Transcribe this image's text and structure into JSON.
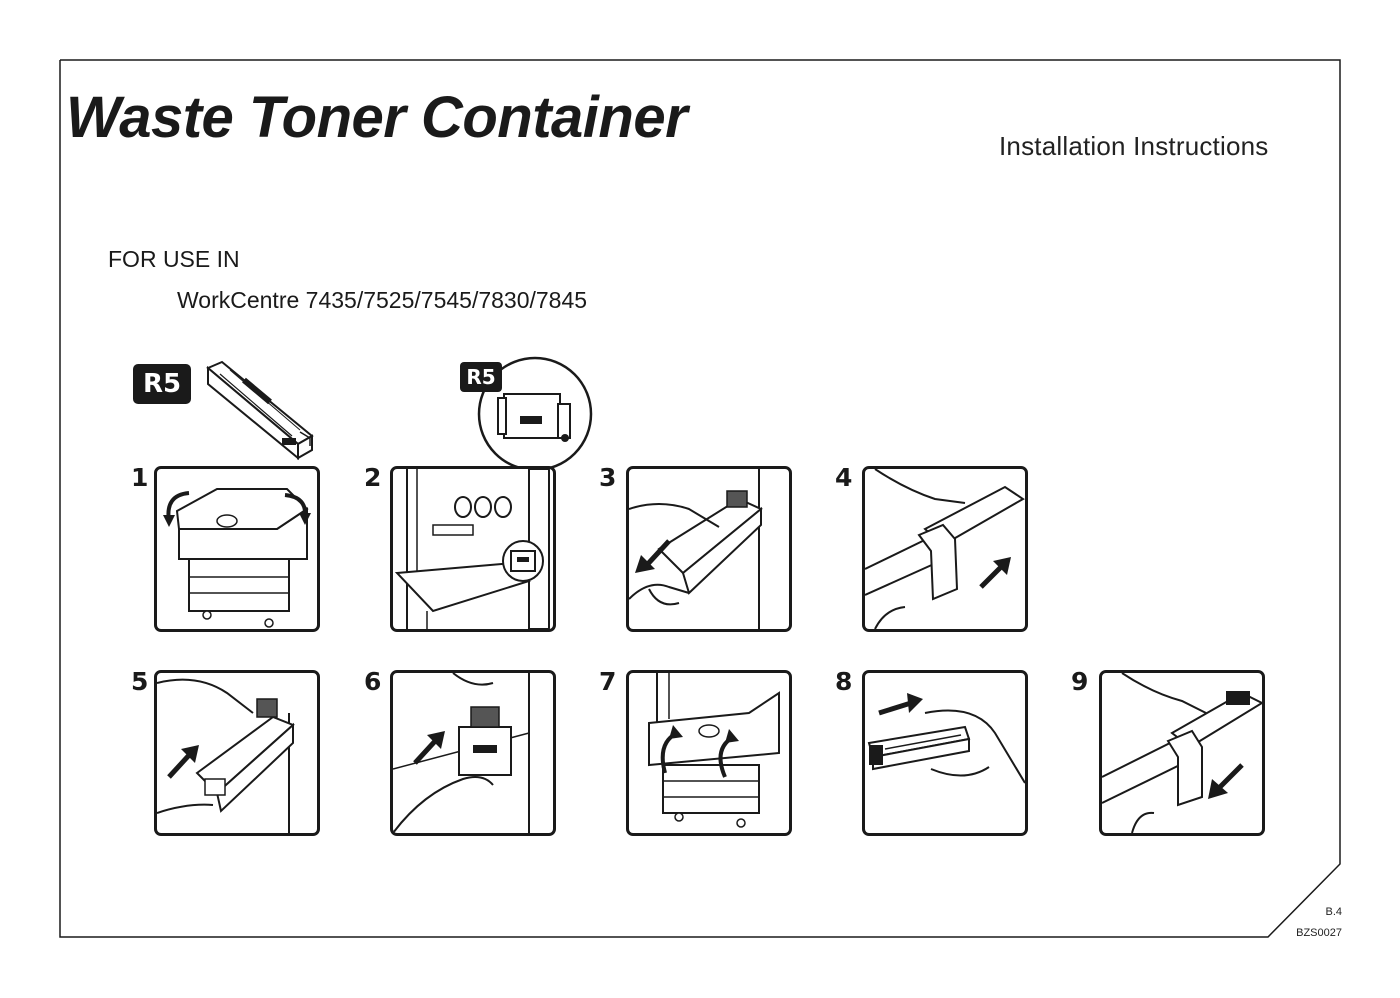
{
  "header": {
    "title": "Waste Toner Container",
    "subtitle": "Installation Instructions"
  },
  "compatibility": {
    "label": "FOR USE IN",
    "models": "WorkCentre 7435/7525/7545/7830/7845"
  },
  "badges": {
    "main": "R5",
    "detail": "R5"
  },
  "steps": [
    {
      "number": "1"
    },
    {
      "number": "2"
    },
    {
      "number": "3"
    },
    {
      "number": "4"
    },
    {
      "number": "5"
    },
    {
      "number": "6"
    },
    {
      "number": "7"
    },
    {
      "number": "8"
    },
    {
      "number": "9"
    }
  ],
  "footer": {
    "revision": "B.4",
    "doc_code": "BZS0027"
  }
}
